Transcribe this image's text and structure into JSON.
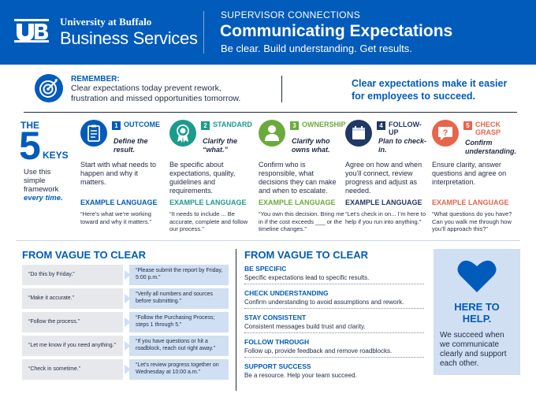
{
  "header": {
    "org_line1": "University at Buffalo",
    "org_line2": "Business Services",
    "kicker": "SUPERVISOR CONNECTIONS",
    "title": "Communicating Expectations",
    "subtitle": "Be clear. Build understanding. Get results."
  },
  "remember": {
    "title": "REMEMBER:",
    "text": "Clear expectations today prevent rework, frustration and missed opportunities tomorrow.",
    "callout": "Clear expectations make it easier for employees to succeed."
  },
  "five_keys": {
    "the": "THE",
    "number": "5",
    "keys": "KEYS",
    "desc": "Use this simple framework",
    "desc_em": "every time."
  },
  "example_label": "EXAMPLE LANGUAGE",
  "keys": [
    {
      "num": "1",
      "name": "OUTCOME",
      "tag": "Define the result.",
      "body": "Start with what needs to happen and why it matters.",
      "quote": "“Here’s what we’re working toward and why it matters.”",
      "color": "#005bbb",
      "icon": "clipboard-icon"
    },
    {
      "num": "2",
      "name": "STANDARD",
      "tag": "Clarify the “what.”",
      "body": "Be specific about expectations, quality, guidelines and requirements.",
      "quote": "“It needs to include ... Be accurate, complete and follow our process.”",
      "color": "#1a9c8c",
      "icon": "ribbon-icon"
    },
    {
      "num": "3",
      "name": "OWNERSHIP",
      "tag": "Clarify who owns what.",
      "body": "Confirm who is responsible, what decisions they can make and when to escalate.",
      "quote": "“You own this decision. Bring me in if the cost exceeds ___ or the timeline changes.”",
      "color": "#6bab3d",
      "icon": "person-icon"
    },
    {
      "num": "4",
      "name": "FOLLOW-UP",
      "tag": "Plan to check-in.",
      "body": "Agree on how and when you’ll connect, review progress and adjust as needed.",
      "quote": "“Let’s check in on... I’m here to help if you run into anything.”",
      "color": "#1f3864",
      "icon": "calendar-icon"
    },
    {
      "num": "5",
      "name": "CHECK GRASP",
      "tag": "Confirm understanding.",
      "body": "Ensure clarity, answer questions and agree on interpretation.",
      "quote": "“What questions do you have? Can you walk me through how you’ll approach this?”",
      "color": "#e8644a",
      "icon": "question-bubble-icon"
    }
  ],
  "vague_clear": {
    "title": "FROM VAGUE TO CLEAR",
    "pairs": [
      {
        "vague": "“Do this by Friday.”",
        "clear": "“Please submit the report by Friday, 5:00 p.m.”"
      },
      {
        "vague": "“Make it accurate.”",
        "clear": "“Verify all numbers and sources before submitting.”"
      },
      {
        "vague": "“Follow the process.”",
        "clear": "“Follow the Purchasing Process; steps 1 through 5.”"
      },
      {
        "vague": "“Let me know if you need anything.”",
        "clear": "“If you have questions or hit a roadblock, reach out right away.”"
      },
      {
        "vague": "“Check in sometime.”",
        "clear": "“Let’s review progress together on Wednesday at 10:00 a.m.”"
      }
    ]
  },
  "tips": {
    "title": "FROM VAGUE TO CLEAR",
    "items": [
      {
        "head": "BE SPECIFIC",
        "text": "Specific expectations lead to specific results."
      },
      {
        "head": "CHECK UNDERSTANDING",
        "text": "Confirm understanding to avoid assumptions and rework."
      },
      {
        "head": "STAY CONSISTENT",
        "text": "Consistent messages build trust and clarity."
      },
      {
        "head": "FOLLOW THROUGH",
        "text": "Follow up, provide feedback and remove roadblocks."
      },
      {
        "head": "SUPPORT SUCCESS",
        "text": "Be a resource. Help your team succeed."
      }
    ]
  },
  "help": {
    "title_line1": "HERE TO",
    "title_line2": "HELP.",
    "text": "We succeed when we communicate clearly and support each other."
  },
  "colors": {
    "brand_blue": "#005bbb",
    "navy": "#1f2a44",
    "light_blue": "#d0dff2",
    "gray": "#e6e8eb"
  }
}
